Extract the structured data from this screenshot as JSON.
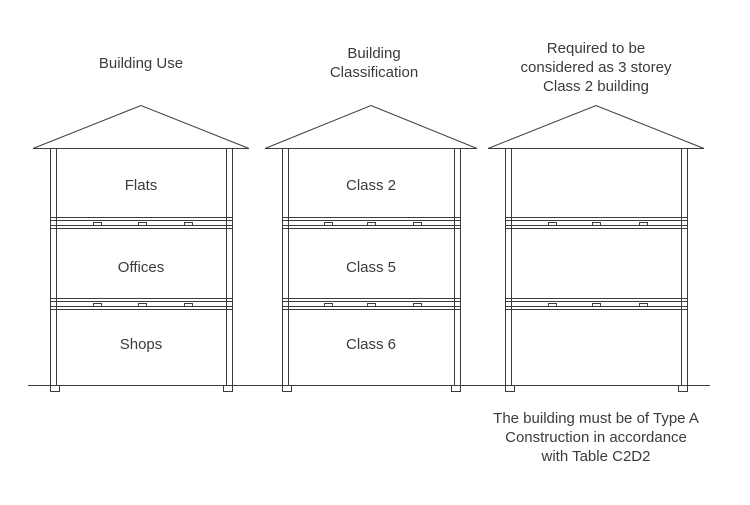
{
  "colors": {
    "line": "#3c3c3c",
    "text": "#3b3b3b",
    "background": "#ffffff"
  },
  "buildings": [
    {
      "title": [
        "Building Use"
      ],
      "floors": [
        "Flats",
        "Offices",
        "Shops"
      ]
    },
    {
      "title": [
        "Building",
        "Classification"
      ],
      "floors": [
        "Class 2",
        "Class 5",
        "Class 6"
      ]
    },
    {
      "title": [
        "Required to be",
        "considered as 3 storey",
        "Class 2 building"
      ],
      "floors": []
    }
  ],
  "footnote": [
    "The building must be of Type A",
    "Construction in accordance",
    "with Table C2D2"
  ]
}
